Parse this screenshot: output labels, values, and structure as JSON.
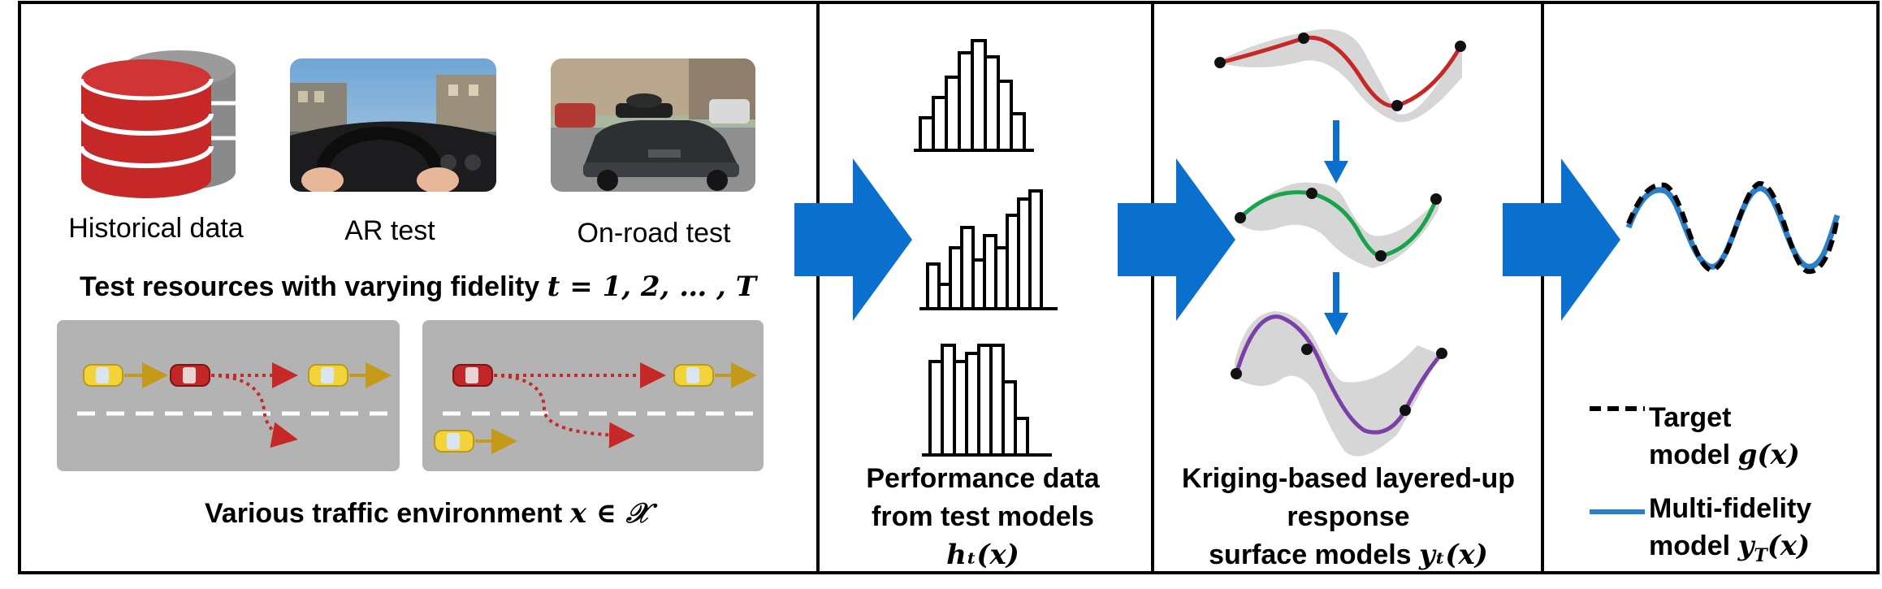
{
  "panel1": {
    "sources": [
      {
        "label": "Historical data",
        "icon": "database-icon"
      },
      {
        "label": "AR test",
        "icon": "ar-driving-photo"
      },
      {
        "label": "On-road test",
        "icon": "autonomous-car-photo"
      }
    ],
    "resources_text": "Test resources with varying fidelity",
    "resources_math": "t = 1, 2, … , T",
    "environment_text": "Various traffic environment",
    "environment_math": "x ∈ 𝒳"
  },
  "panel2": {
    "caption_line1": "Performance data",
    "caption_line2": "from test models",
    "caption_math": "hₜ(x)"
  },
  "panel3": {
    "caption_line1": "Kriging-based layered-up",
    "caption_line2": "response",
    "caption_line3": "surface models",
    "caption_math": "yₜ(x)"
  },
  "panel4": {
    "legend": [
      {
        "label_line1": "Target",
        "label_line2": "model",
        "math": "g(x)",
        "style": "dashed",
        "color": "#000000"
      },
      {
        "label_line1": "Multi-fidelity",
        "label_line2": "model",
        "math": "y_T(x)",
        "style": "solid",
        "color": "#2a7fc9"
      }
    ]
  },
  "colors": {
    "flow_arrow": "#0b6fcd",
    "database_red": "#c62828",
    "database_gray": "#8a8a8a",
    "road_gray": "#b3b3b3",
    "uncertainty_band": "#d6d6d6",
    "curve_red": "#c62828",
    "curve_green": "#1aa34a",
    "curve_purple": "#7b3fa8",
    "vehicle_yellow": "#f2d43a",
    "vehicle_red": "#c22626",
    "trajectory_red": "#c62828",
    "trajectory_gold": "#c49a18"
  }
}
